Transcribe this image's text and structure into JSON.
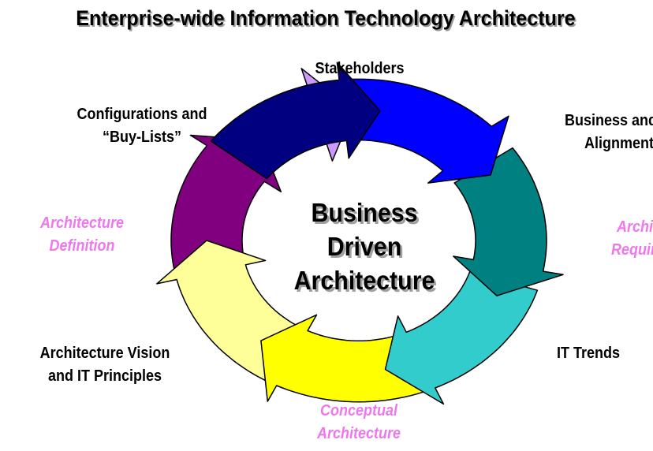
{
  "title": "Enterprise-wide Information Technology Architecture",
  "center": [
    "Business",
    "Driven",
    "Architecture"
  ],
  "stakeholders": "Stakeholders",
  "business_it_alignment": [
    "Business and IT",
    "Alignment"
  ],
  "it_trends": "IT Trends",
  "architecture_vision": [
    "Architecture Vision",
    "and IT Principles"
  ],
  "configurations": [
    "Configurations and",
    "“Buy-Lists”"
  ],
  "phases": {
    "requirements": [
      "Architecture",
      "Requirements"
    ],
    "conceptual": [
      "Conceptual",
      "Architecture"
    ],
    "definition": [
      "Architecture",
      "Definition"
    ]
  },
  "colors": {
    "navy": "#000080",
    "blue": "#0000ff",
    "teal": "#008080",
    "cyan": "#33cccc",
    "yellow": "#ffff00",
    "pale_yellow": "#ffff99",
    "purple": "#800080",
    "lavender": "#cc99ff",
    "phase_label": "#ee77ee"
  }
}
